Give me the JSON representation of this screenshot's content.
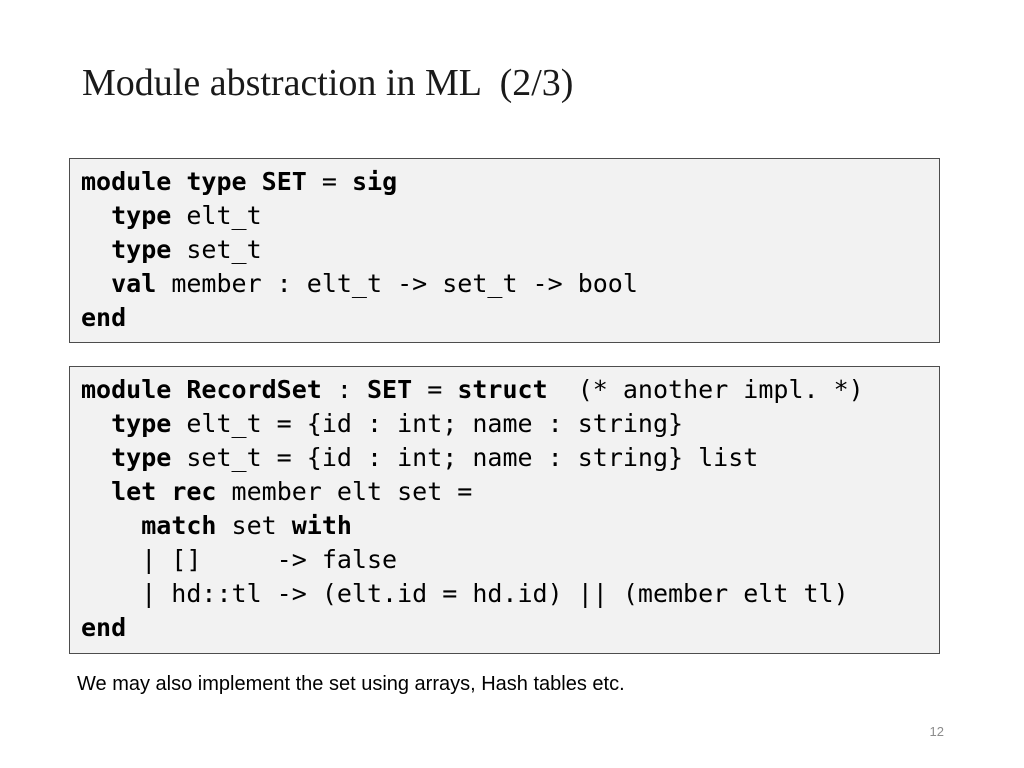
{
  "slide": {
    "title": "Module abstraction in ML  (2/3)",
    "page_number": "12",
    "note": "We may also implement the set using arrays, Hash tables etc.",
    "code_background": "#f2f2f2",
    "code_border": "#4d4d4d"
  },
  "sig_block": {
    "lines": [
      [
        {
          "t": "module",
          "kw": true
        },
        {
          "t": " "
        },
        {
          "t": "type",
          "kw": true
        },
        {
          "t": " "
        },
        {
          "t": "SET",
          "kw": true
        },
        {
          "t": " = "
        },
        {
          "t": "sig",
          "kw": true
        }
      ],
      [
        {
          "t": "  "
        },
        {
          "t": "type",
          "kw": true
        },
        {
          "t": " elt_t"
        }
      ],
      [
        {
          "t": "  "
        },
        {
          "t": "type",
          "kw": true
        },
        {
          "t": " set_t"
        }
      ],
      [
        {
          "t": "  "
        },
        {
          "t": "val",
          "kw": true
        },
        {
          "t": " member : elt_t -> set_t -> bool"
        }
      ],
      [
        {
          "t": "end",
          "kw": true
        }
      ]
    ]
  },
  "struct_block": {
    "lines": [
      [
        {
          "t": "module",
          "kw": true
        },
        {
          "t": " "
        },
        {
          "t": "RecordSet",
          "kw": true
        },
        {
          "t": " : "
        },
        {
          "t": "SET",
          "kw": true
        },
        {
          "t": " = "
        },
        {
          "t": "struct",
          "kw": true
        },
        {
          "t": "  (* another impl. *)"
        }
      ],
      [
        {
          "t": "  "
        },
        {
          "t": "type",
          "kw": true
        },
        {
          "t": " elt_t = {id : int; name : string}"
        }
      ],
      [
        {
          "t": "  "
        },
        {
          "t": "type",
          "kw": true
        },
        {
          "t": " set_t = {id : int; name : string} list"
        }
      ],
      [
        {
          "t": "  "
        },
        {
          "t": "let",
          "kw": true
        },
        {
          "t": " "
        },
        {
          "t": "rec",
          "kw": true
        },
        {
          "t": " member elt set ="
        }
      ],
      [
        {
          "t": "    "
        },
        {
          "t": "match",
          "kw": true
        },
        {
          "t": " set "
        },
        {
          "t": "with",
          "kw": true
        }
      ],
      [
        {
          "t": "    | []     -> false"
        }
      ],
      [
        {
          "t": "    | hd::tl -> (elt.id = hd.id) || (member elt tl)"
        }
      ],
      [
        {
          "t": "end",
          "kw": true
        }
      ]
    ]
  }
}
